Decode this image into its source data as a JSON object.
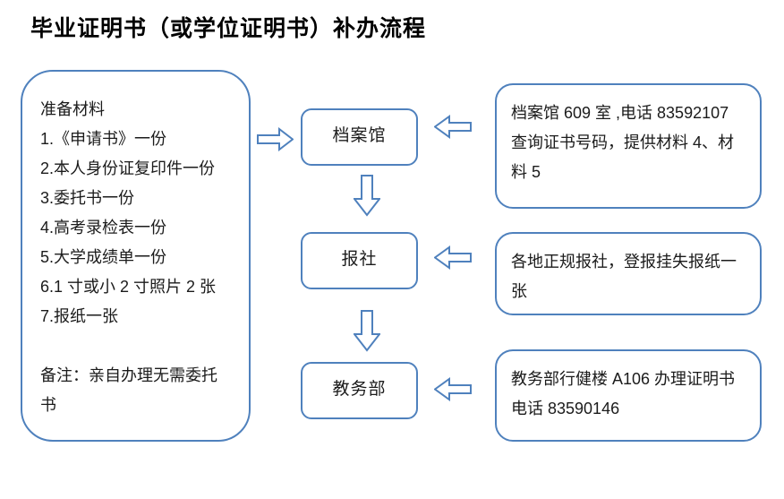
{
  "title": "毕业证明书（或学位证明书）补办流程",
  "colors": {
    "outline_blue": "#4f81bd",
    "text": "#1b1b1b",
    "background": "#ffffff"
  },
  "prep_box": {
    "lines": [
      "准备材料",
      "1.《申请书》一份",
      "2.本人身份证复印件一份",
      "3.委托书一份",
      "4.高考录检表一份",
      "5.大学成绩单一份",
      "6.1 寸或小 2 寸照片 2 张",
      "7.报纸一张",
      "",
      "备注：亲自办理无需委托",
      "书"
    ]
  },
  "flow_nodes": [
    {
      "label": "档案馆"
    },
    {
      "label": "报社"
    },
    {
      "label": "教务部"
    }
  ],
  "detail_boxes": [
    {
      "lines": [
        "档案馆 609 室 ,电话 83592107",
        "查询证书号码，提供材料 4、材",
        "料 5"
      ]
    },
    {
      "lines": [
        "各地正规报社，登报挂失报纸一",
        "张"
      ]
    },
    {
      "lines": [
        "教务部行健楼 A106 办理证明书",
        "电话 83590146"
      ]
    }
  ],
  "icons": {
    "arrow_right": "block-arrow-right",
    "arrow_left": "block-arrow-left",
    "arrow_down": "block-arrow-down"
  }
}
